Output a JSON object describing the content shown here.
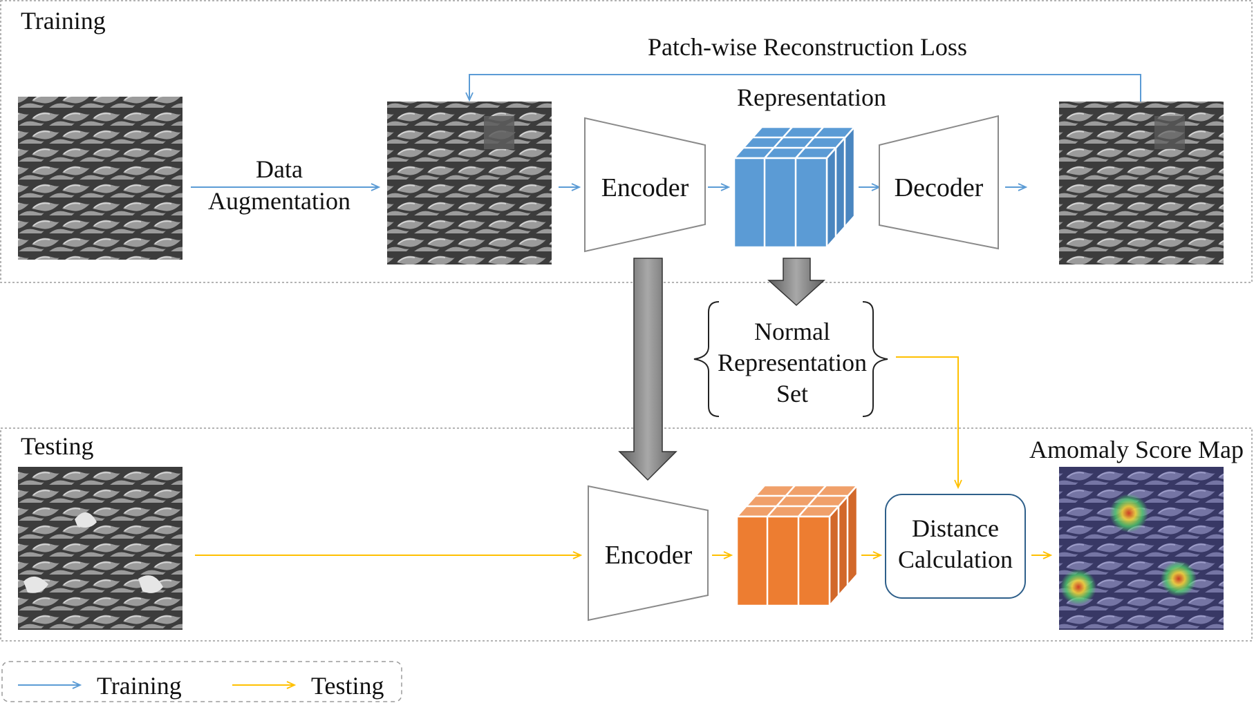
{
  "training_section": {
    "title": "Training"
  },
  "testing_section": {
    "title": "Testing"
  },
  "labels": {
    "loss": "Patch-wise Reconstruction Loss",
    "representation": "Representation",
    "augmentation": [
      "Data",
      "Augmentation"
    ],
    "encoder_train": "Encoder",
    "decoder": "Decoder",
    "normal_set": [
      "Normal",
      "Representation",
      "Set"
    ],
    "encoder_test": "Encoder",
    "distance": [
      "Distance",
      "Calculation"
    ],
    "score_map": "Amomaly Score Map"
  },
  "legend": {
    "training": "Training",
    "testing": "Testing"
  },
  "colors": {
    "training_arrow": "#5b9bd5",
    "testing_arrow": "#ffc000",
    "train_cube": "#5b9bd5",
    "test_cube": "#ed7d31",
    "big_arrow": "#7a7a7a",
    "section_border": "#9a9a9a"
  },
  "icons": {
    "input_image": "metal-grid-texture",
    "augmented_image": "metal-grid-texture-with-patch",
    "reconstructed_image": "metal-grid-texture-with-patch",
    "test_image": "metal-grid-texture-with-defects",
    "score_map": "heatmap-overlay"
  }
}
